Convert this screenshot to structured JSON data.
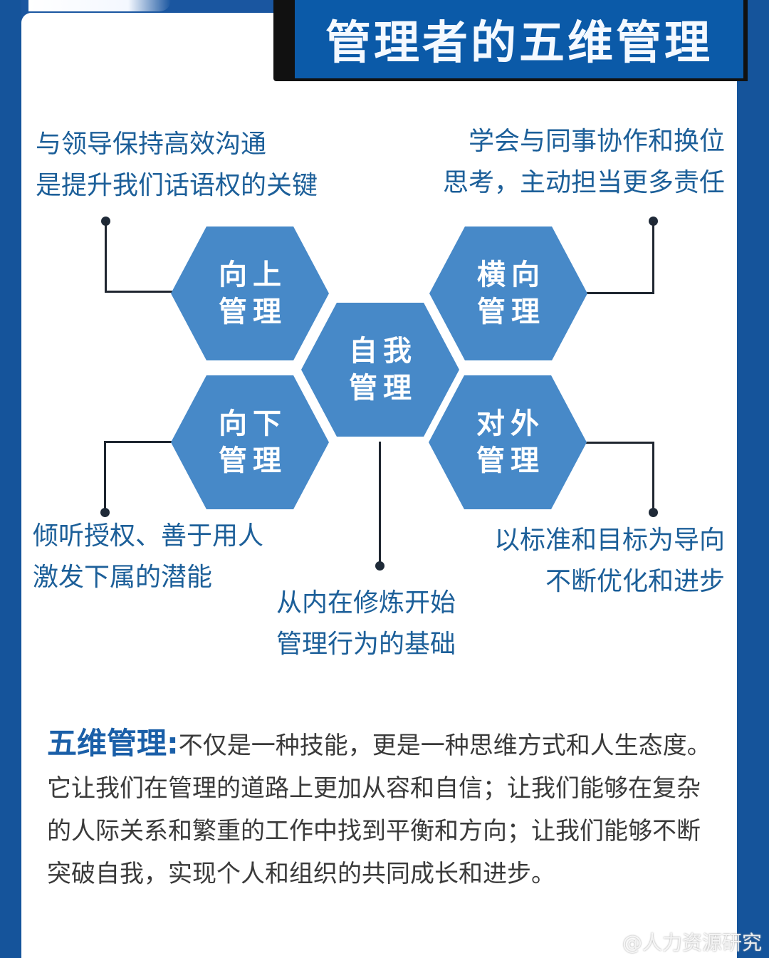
{
  "title": "管理者的五维管理",
  "descriptions": {
    "upward": [
      "与领导保持高效沟通",
      "是提升我们话语权的关键"
    ],
    "lateral": [
      "学会与同事协作和换位",
      "思考，主动担当更多责任"
    ],
    "downward": [
      "倾听授权、善于用人",
      "激发下属的潜能"
    ],
    "self": [
      "从内在修炼开始",
      "管理行为的基础"
    ],
    "external": [
      "以标准和目标为导向",
      "不断优化和进步"
    ]
  },
  "hexagons": {
    "upward": [
      "向上",
      "管理"
    ],
    "lateral": [
      "横向",
      "管理"
    ],
    "self": [
      "自我",
      "管理"
    ],
    "downward": [
      "向下",
      "管理"
    ],
    "external": [
      "对外",
      "管理"
    ]
  },
  "summary": {
    "lead": "五维管理:",
    "body": "不仅是一种技能，更是一种思维方式和人生态度。它让我们在管理的道路上更加从容和自信；让我们能够在复杂的人际关系和繁重的工作中找到平衡和方向；让我们能够不断突破自我，实现个人和组织的共同成长和进步。"
  },
  "watermark": {
    "icon": "weibo-icon",
    "text": "@人力资源研究"
  },
  "colors": {
    "frame_blue": "#15549b",
    "title_bg": "#0b5aa8",
    "hex_fill": "#4789c8",
    "desc_text": "#1c5f99",
    "body_text": "#3a3a3a",
    "connector": "#1f2630"
  }
}
